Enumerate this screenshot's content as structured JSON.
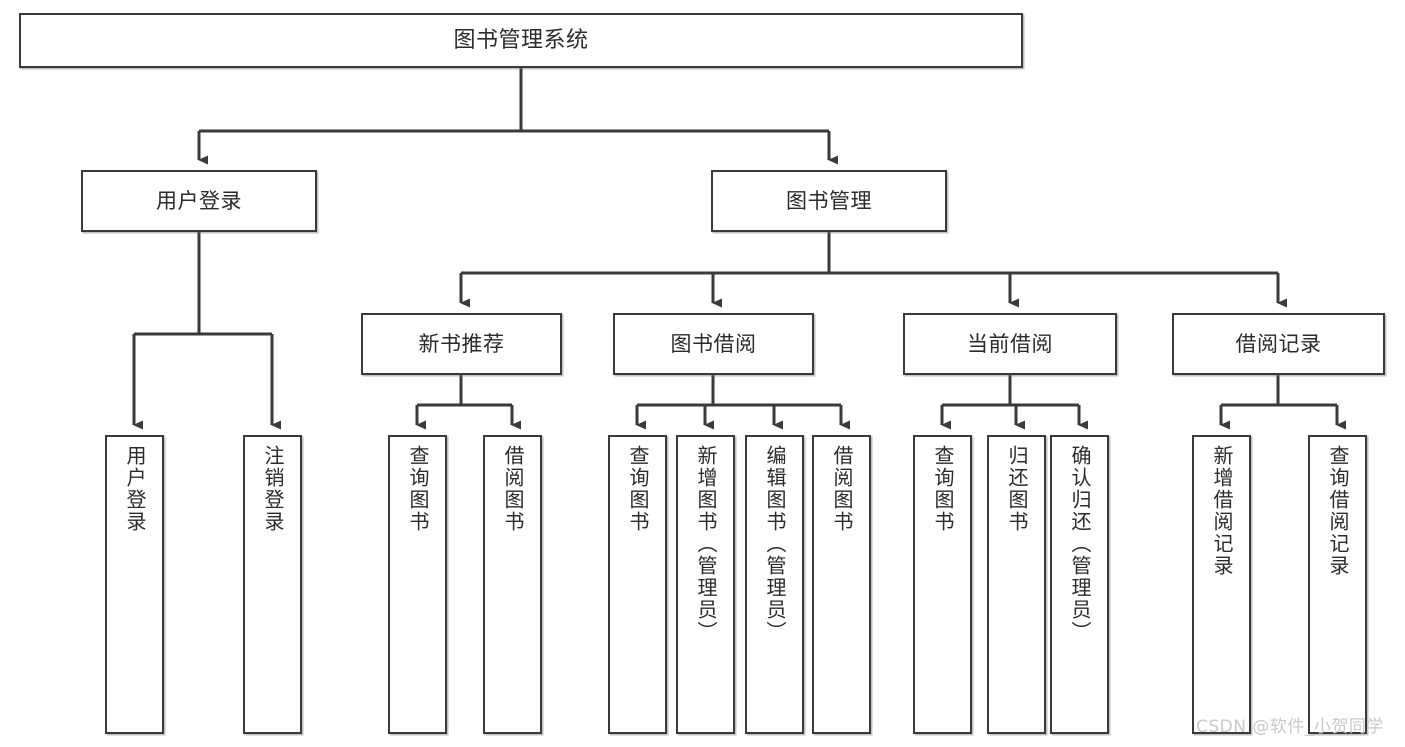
{
  "diagram": {
    "title": "图书管理系统",
    "type": "tree-hierarchy",
    "watermark": "CSDN @软件_小贺同学",
    "colors": {
      "box_border": "#3a3a3a",
      "box_fill": "#ffffff",
      "connector": "#3a3a3a",
      "text": "#2b2b2b",
      "watermark": "#c9c9c9"
    },
    "root": {
      "label": "图书管理系统"
    },
    "level2": [
      {
        "label": "用户登录"
      },
      {
        "label": "图书管理"
      }
    ],
    "level3": [
      {
        "label": "新书推荐"
      },
      {
        "label": "图书借阅"
      },
      {
        "label": "当前借阅"
      },
      {
        "label": "借阅记录"
      }
    ],
    "leaves": {
      "user_login": [
        {
          "label": "用户登录"
        },
        {
          "label": "注销登录"
        }
      ],
      "new_book": [
        {
          "label": "查询图书"
        },
        {
          "label": "借阅图书"
        }
      ],
      "book_borrow": [
        {
          "label": "查询图书"
        },
        {
          "label": "新增图书（管理员）"
        },
        {
          "label": "编辑图书（管理员）"
        },
        {
          "label": "借阅图书"
        }
      ],
      "current_borrow": [
        {
          "label": "查询图书"
        },
        {
          "label": "归还图书"
        },
        {
          "label": "确认归还（管理员）"
        }
      ],
      "borrow_record": [
        {
          "label": "新增借阅记录"
        },
        {
          "label": "查询借阅记录"
        }
      ]
    }
  }
}
